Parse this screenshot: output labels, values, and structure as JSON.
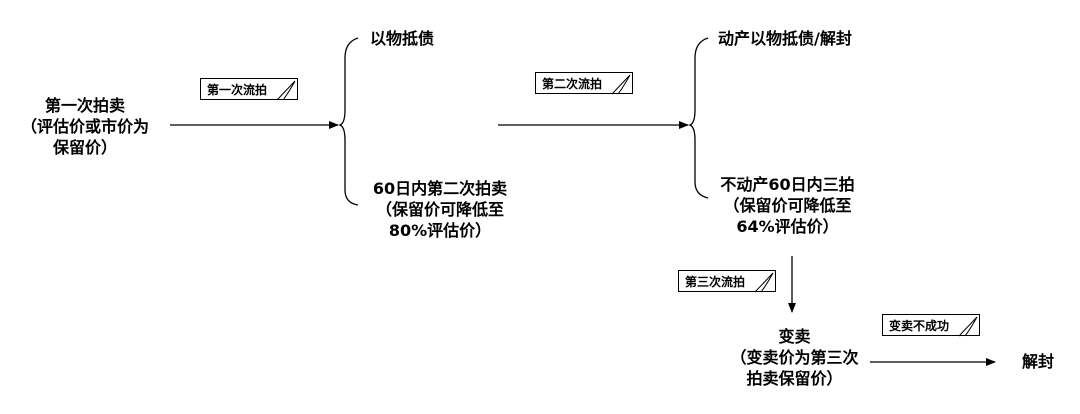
{
  "nodes": {
    "first_auction": [
      "第一次拍卖",
      "（评估价或市价为",
      "保留价）"
    ],
    "debt_offset_1": "以物抵债",
    "second_auction": [
      "60日内第二次拍卖",
      "（保留价可降低至",
      "80%评估价）"
    ],
    "movable_debt_offset": "动产以物抵债/解封",
    "immovable_third": [
      "不动产60日内三拍",
      "（保留价可降低至",
      "64%评估价）"
    ],
    "sale": [
      "变卖",
      "（变卖价为第三次",
      "拍卖保留价）"
    ],
    "unseal": "解封"
  },
  "tags": {
    "first_fail": "第一次流拍",
    "second_fail": "第二次流拍",
    "third_fail": "第三次流拍",
    "sale_fail": "变卖不成功"
  }
}
